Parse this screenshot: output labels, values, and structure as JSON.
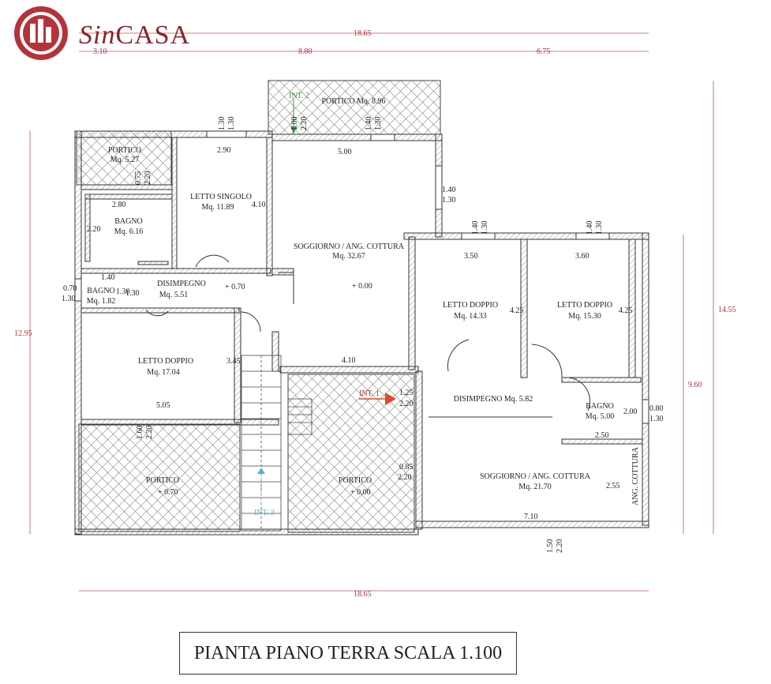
{
  "brand": {
    "name_prefix": "Sin",
    "name_suffix": "CASA",
    "color": "#b4323a"
  },
  "title": "PIANTA PIANO TERRA SCALA 1.100",
  "dimensions": {
    "top_total": "18.65",
    "bottom_total": "18.65",
    "top_seg1": "3.10",
    "top_seg2": "8.80",
    "top_seg3": "6.75",
    "left_height": "12.95",
    "right_height_outer": "14.55",
    "right_height_inner": "9.60"
  },
  "rooms": [
    {
      "id": "portico-nw",
      "name": "PORTICO",
      "area": "Mq. 5.27"
    },
    {
      "id": "portico-n",
      "name": "PORTICO Mq. 8.96",
      "area": ""
    },
    {
      "id": "bagno1",
      "name": "BAGNO",
      "area": "Mq. 6.16"
    },
    {
      "id": "letto-singolo",
      "name": "LETTO SINGOLO",
      "area": "Mq. 11.89"
    },
    {
      "id": "soggiorno1",
      "name": "SOGGIORNO / ANG. COTTURA",
      "area": "Mq. 32.67"
    },
    {
      "id": "bagno2",
      "name": "BAGNO",
      "area": "Mq. 1.82"
    },
    {
      "id": "disimpegno1",
      "name": "DISIMPEGNO",
      "area": "Mq. 5.51"
    },
    {
      "id": "letto-doppio1",
      "name": "LETTO DOPPIO",
      "area": "Mq. 17.04"
    },
    {
      "id": "letto-doppio2",
      "name": "LETTO DOPPIO",
      "area": "Mq. 14.33"
    },
    {
      "id": "letto-doppio3",
      "name": "LETTO DOPPIO",
      "area": "Mq. 15.30"
    },
    {
      "id": "disimpegno2",
      "name": "DISIMPEGNO Mq. 5.82",
      "area": ""
    },
    {
      "id": "bagno3",
      "name": "BAGNO",
      "area": "Mq. 5.00"
    },
    {
      "id": "soggiorno2",
      "name": "SOGGIORNO / ANG. COTTURA",
      "area": "Mq. 21.70"
    },
    {
      "id": "portico-sw",
      "name": "PORTICO",
      "area": ""
    },
    {
      "id": "portico-s",
      "name": "PORTICO",
      "area": ""
    }
  ],
  "levels": {
    "l1": "+ 0.70",
    "l2": "+ 0.00",
    "l3": "+ 0.70",
    "l4": "+ 0.00"
  },
  "entrances": {
    "int1": "INT. 1",
    "int2": "INT. 2",
    "int3": "INT. 3"
  },
  "side_label": "ANG. COTTURA",
  "room_dims": {
    "d290": "2.90",
    "d410a": "4.10",
    "d280": "2.80",
    "d220a": "2.20",
    "d075": "0.75",
    "d220b": "2.20",
    "d140a": "1.40",
    "d130a": "1.30",
    "d070": "0.70",
    "d130b": "1.30",
    "d130c": "1.30",
    "d345": "3.45",
    "d505": "5.05",
    "d160": "1.60",
    "d220c": "2.20",
    "d410b": "4.10",
    "d350": "3.50",
    "d360": "3.60",
    "d425a": "4.25",
    "d425b": "4.25",
    "d125": "1.25",
    "d220d": "2.20",
    "d200": "2.00",
    "d250": "2.50",
    "d080": "0.80",
    "d130d": "1.30",
    "d085": "0.85",
    "d220e": "2.20",
    "d255": "2.55",
    "d710": "7.10",
    "d150": "1.50",
    "d220f": "2.20",
    "d140b": "1.40",
    "d130e": "1.30",
    "d140c": "1.40",
    "d130f": "1.30",
    "d140d": "1.40",
    "d130g": "1.30",
    "d100": "1.00",
    "d220g": "2.20",
    "d140e": "1.40",
    "d130h": "1.30",
    "d130i": "1.30",
    "d130j": "1.30",
    "d500": "5.00"
  }
}
